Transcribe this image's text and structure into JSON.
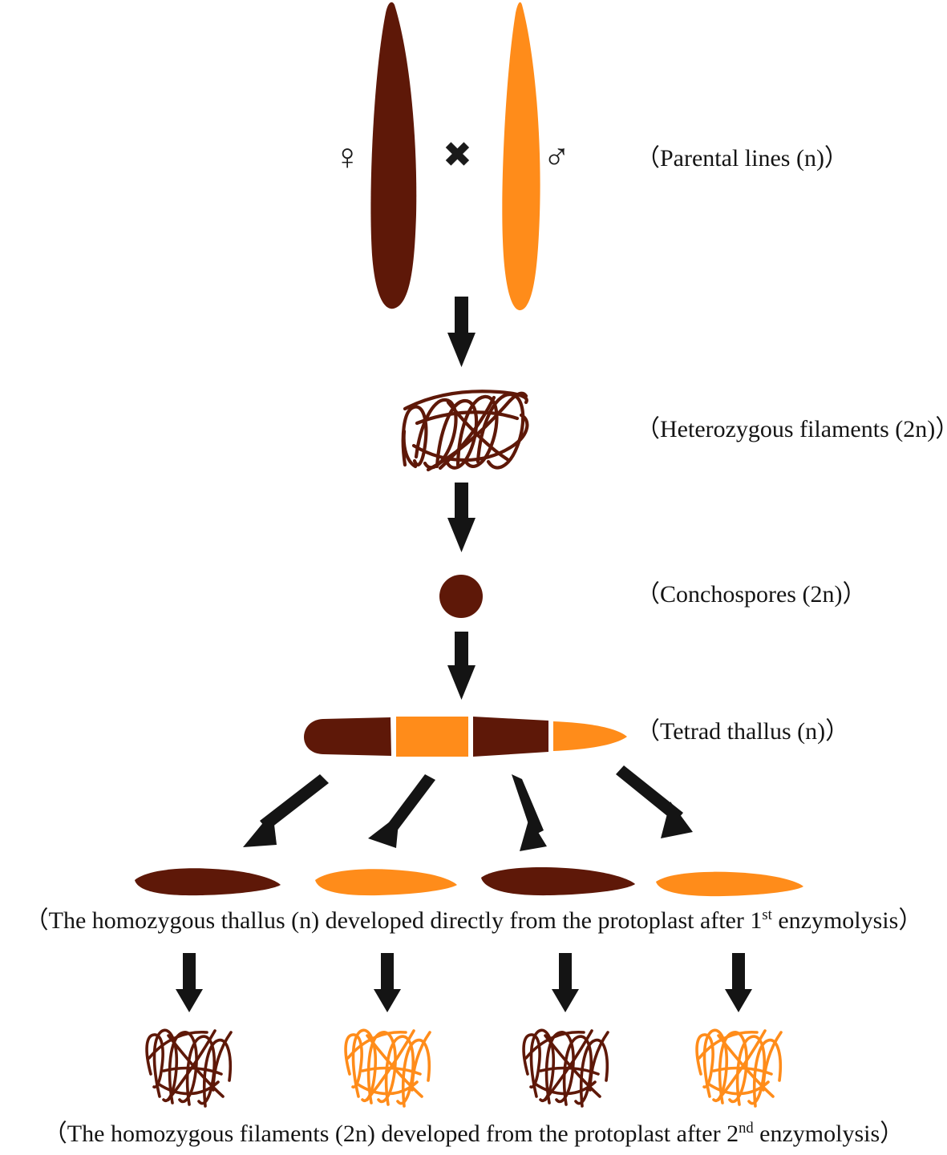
{
  "figure": {
    "title": "Pyropia breeding life-cycle diagram",
    "background": "#ffffff"
  },
  "colors": {
    "dark": "#5E1808",
    "orange": "#FF8C1A",
    "arrow": "#141414",
    "text": "#141414"
  },
  "symbols": {
    "female": "♀",
    "male": "♂",
    "cross": "✖"
  },
  "stages": [
    {
      "key": "parental",
      "label": "（Parental lines (n)）"
    },
    {
      "key": "heterozygous",
      "label": "（Heterozygous filaments (2n)）"
    },
    {
      "key": "conchospores",
      "label": "（Conchospores (2n)）"
    },
    {
      "key": "tetrad",
      "label": "（Tetrad thallus (n)）"
    }
  ],
  "captions": {
    "homozygous_thallus": {
      "before": "（The homozygous thallus (n) developed directly from the protoplast after 1",
      "sup": "st",
      "after": " enzymolysis）"
    },
    "homozygous_filaments": {
      "before": "（The homozygous filaments (2n) developed from the protoplast after 2",
      "sup": "nd",
      "after": " enzymolysis）"
    }
  },
  "parents": [
    {
      "sex": "female",
      "color_key": "dark"
    },
    {
      "sex": "male",
      "color_key": "orange"
    }
  ],
  "tetrad_segments": [
    {
      "index": 1,
      "color_key": "dark",
      "shape": "round-left"
    },
    {
      "index": 2,
      "color_key": "orange",
      "shape": "rectangle"
    },
    {
      "index": 3,
      "color_key": "dark",
      "shape": "taper"
    },
    {
      "index": 4,
      "color_key": "orange",
      "shape": "point-right"
    }
  ],
  "homozygous_thalli": [
    {
      "index": 1,
      "color_key": "dark"
    },
    {
      "index": 2,
      "color_key": "orange"
    },
    {
      "index": 3,
      "color_key": "dark"
    },
    {
      "index": 4,
      "color_key": "orange"
    }
  ],
  "homozygous_filaments": [
    {
      "index": 1,
      "color_key": "dark"
    },
    {
      "index": 2,
      "color_key": "orange"
    },
    {
      "index": 3,
      "color_key": "dark"
    },
    {
      "index": 4,
      "color_key": "orange"
    }
  ],
  "arrows": {
    "vertical_count_top": 3,
    "branching_count": 4,
    "vertical_count_bottom": 4
  }
}
